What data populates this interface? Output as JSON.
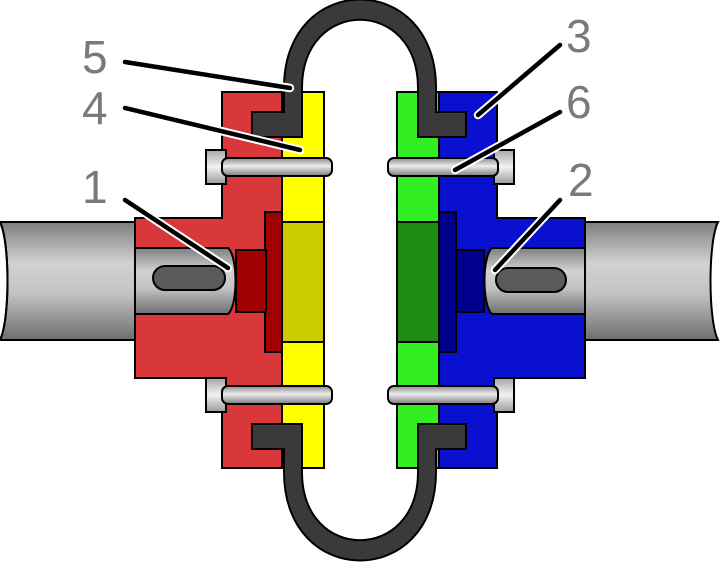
{
  "callouts": [
    {
      "id": "1",
      "label": "1"
    },
    {
      "id": "2",
      "label": "2"
    },
    {
      "id": "3",
      "label": "3"
    },
    {
      "id": "4",
      "label": "4"
    },
    {
      "id": "5",
      "label": "5"
    },
    {
      "id": "6",
      "label": "6"
    }
  ],
  "colors": {
    "left_hub": "#d8383a",
    "left_hub_dark": "#a00000",
    "right_hub": "#0a10d0",
    "right_hub_dark": "#00008c",
    "left_plate": "#ffff00",
    "left_plate_center": "#cccc00",
    "right_plate": "#33ee22",
    "right_plate_center": "#1e8c10",
    "tire": "#3a3a3a",
    "shaft": "#a9a9a9",
    "bolt": "#c9c9c9",
    "label_text": "#7a7a7a"
  }
}
